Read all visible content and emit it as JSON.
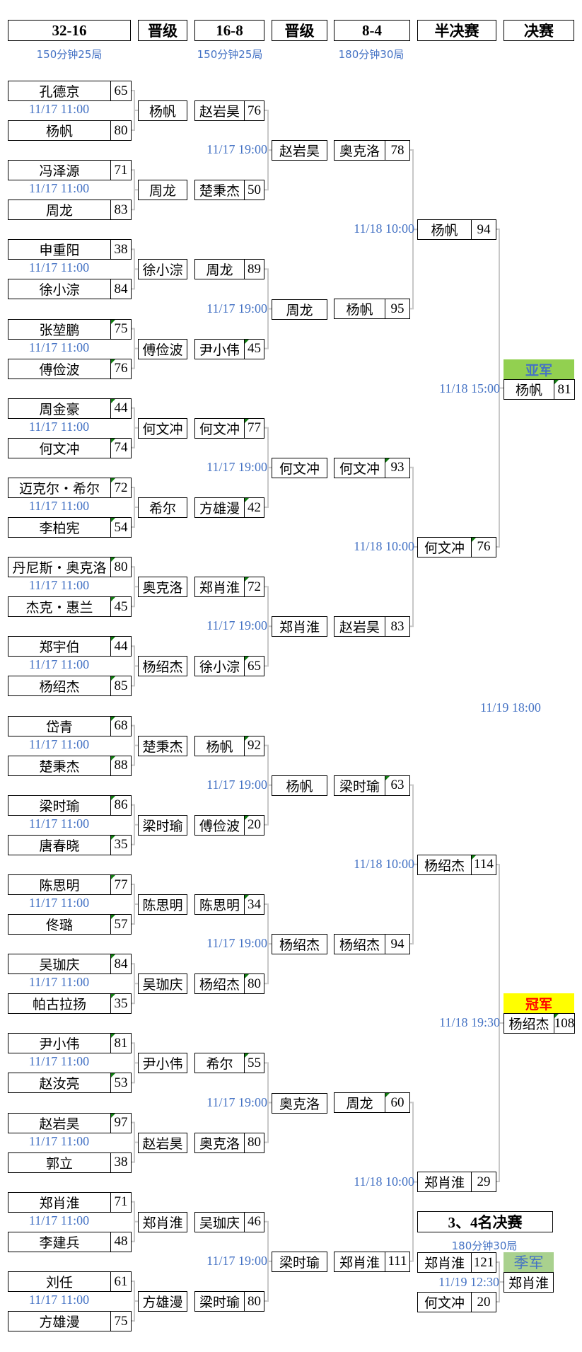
{
  "headers": {
    "r32": "32-16",
    "adv1": "晋级",
    "r16": "16-8",
    "adv2": "晋级",
    "r8": "8-4",
    "semi": "半决赛",
    "final": "决赛"
  },
  "subtitles": {
    "r32": "150分钟25局",
    "r16": "150分钟25局",
    "r8": "180分钟30局"
  },
  "round32": [
    {
      "p1": {
        "name": "孔德京",
        "score": "65"
      },
      "p2": {
        "name": "杨帆",
        "score": "80"
      },
      "time": "11/17  11:00",
      "winner": "杨帆"
    },
    {
      "p1": {
        "name": "冯泽源",
        "score": "71"
      },
      "p2": {
        "name": "周龙",
        "score": "83"
      },
      "time": "11/17  11:00",
      "winner": "周龙"
    },
    {
      "p1": {
        "name": "申重阳",
        "score": "38"
      },
      "p2": {
        "name": "徐小淙",
        "score": "84"
      },
      "time": "11/17  11:00",
      "winner": "徐小淙"
    },
    {
      "p1": {
        "name": "张堃鹏",
        "score": "75",
        "mark": true
      },
      "p2": {
        "name": "傅俭波",
        "score": "76",
        "mark": true
      },
      "time": "11/17  11:00",
      "winner": "傅俭波"
    },
    {
      "p1": {
        "name": "周金豪",
        "score": "44",
        "mark": true
      },
      "p2": {
        "name": "何文冲",
        "score": "74",
        "mark": true
      },
      "time": "11/17  11:00",
      "winner": "何文冲"
    },
    {
      "p1": {
        "name": "迈克尔・希尔",
        "score": "72",
        "mark": true
      },
      "p2": {
        "name": "李柏宪",
        "score": "54",
        "mark": true
      },
      "time": "11/17  11:00",
      "winner": "希尔"
    },
    {
      "p1": {
        "name": "丹尼斯・奥克洛",
        "score": "80",
        "mark": true
      },
      "p2": {
        "name": "杰克・惠兰",
        "score": "45",
        "mark": true
      },
      "time": "11/17  11:00",
      "winner": "奥克洛"
    },
    {
      "p1": {
        "name": "郑宇伯",
        "score": "44",
        "mark": true
      },
      "p2": {
        "name": "杨绍杰",
        "score": "85",
        "mark": true
      },
      "time": "11/17  11:00",
      "winner": "杨绍杰"
    },
    {
      "p1": {
        "name": "岱青",
        "score": "68",
        "mark": true
      },
      "p2": {
        "name": "楚秉杰",
        "score": "88",
        "mark": true
      },
      "time": "11/17  11:00",
      "winner": "楚秉杰"
    },
    {
      "p1": {
        "name": "梁时瑜",
        "score": "86",
        "mark": true
      },
      "p2": {
        "name": "唐春晓",
        "score": "35",
        "mark": true
      },
      "time": "11/17  11:00",
      "winner": "梁时瑜"
    },
    {
      "p1": {
        "name": "陈思明",
        "score": "77",
        "mark": true
      },
      "p2": {
        "name": "佟璐",
        "score": "57",
        "mark": true
      },
      "time": "11/17  11:00",
      "winner": "陈思明"
    },
    {
      "p1": {
        "name": "吴珈庆",
        "score": "84",
        "mark": true
      },
      "p2": {
        "name": "帕古拉扬",
        "score": "35",
        "mark": true
      },
      "time": "11/17  11:00",
      "winner": "吴珈庆"
    },
    {
      "p1": {
        "name": "尹小伟",
        "score": "81",
        "mark": true
      },
      "p2": {
        "name": "赵汝亮",
        "score": "53",
        "mark": true
      },
      "time": "11/17  11:00",
      "winner": "尹小伟"
    },
    {
      "p1": {
        "name": "赵岩昊",
        "score": "97",
        "mark": true
      },
      "p2": {
        "name": "郭立",
        "score": "38"
      },
      "time": "11/17  11:00",
      "winner": "赵岩昊"
    },
    {
      "p1": {
        "name": "郑肖淮",
        "score": "71"
      },
      "p2": {
        "name": "李建兵",
        "score": "48"
      },
      "time": "11/17  11:00",
      "winner": "郑肖淮"
    },
    {
      "p1": {
        "name": "刘任",
        "score": "61"
      },
      "p2": {
        "name": "方雄漫",
        "score": "75"
      },
      "time": "11/17  11:00",
      "winner": "方雄漫"
    }
  ],
  "round16": [
    {
      "name": "赵岩昊",
      "score": "76"
    },
    {
      "name": "楚秉杰",
      "score": "50"
    },
    {
      "name": "周龙",
      "score": "89"
    },
    {
      "name": "尹小伟",
      "score": "45",
      "mark": true
    },
    {
      "name": "何文冲",
      "score": "77",
      "mark": true
    },
    {
      "name": "方雄漫",
      "score": "42",
      "mark": true
    },
    {
      "name": "郑肖淮",
      "score": "72",
      "mark": true
    },
    {
      "name": "徐小淙",
      "score": "65",
      "mark": true
    },
    {
      "name": "杨帆",
      "score": "92",
      "mark": true
    },
    {
      "name": "傅俭波",
      "score": "20",
      "mark": true
    },
    {
      "name": "陈思明",
      "score": "34",
      "mark": true
    },
    {
      "name": "杨绍杰",
      "score": "80",
      "mark": true
    },
    {
      "name": "希尔",
      "score": "55",
      "mark": true
    },
    {
      "name": "奥克洛",
      "score": "80"
    },
    {
      "name": "吴珈庆",
      "score": "46"
    },
    {
      "name": "梁时瑜",
      "score": "80"
    }
  ],
  "round16_times": [
    "11/17  19:00",
    "11/17  19:00",
    "11/17  19:00",
    "11/17  19:00",
    "11/17  19:00",
    "11/17  19:00",
    "11/17  19:00",
    "11/17  19:00"
  ],
  "advance2": [
    "赵岩昊",
    "周龙",
    "何文冲",
    "郑肖淮",
    "杨帆",
    "杨绍杰",
    "奥克洛",
    "梁时瑜"
  ],
  "round8": [
    {
      "name": "奥克洛",
      "score": "78"
    },
    {
      "name": "杨帆",
      "score": "95"
    },
    {
      "name": "何文冲",
      "score": "93",
      "mark": true
    },
    {
      "name": "赵岩昊",
      "score": "83"
    },
    {
      "name": "梁时瑜",
      "score": "63",
      "mark": true
    },
    {
      "name": "杨绍杰",
      "score": "94"
    },
    {
      "name": "周龙",
      "score": "60",
      "mark": true
    },
    {
      "name": "郑肖淮",
      "score": "111"
    }
  ],
  "round8_times": [
    "11/18  10:00",
    "11/18  10:00",
    "11/18  10:00",
    "11/18  10:00"
  ],
  "semi": [
    {
      "name": "杨帆",
      "score": "94"
    },
    {
      "name": "何文冲",
      "score": "76",
      "mark": true
    },
    {
      "name": "杨绍杰",
      "score": "114",
      "mark": true
    },
    {
      "name": "郑肖淮",
      "score": "29"
    }
  ],
  "final": {
    "runner_up": {
      "label": "亚军",
      "name": "杨帆",
      "score": "81",
      "time": "11/18  15:00",
      "color": "#92d050"
    },
    "champion": {
      "label": "冠军",
      "name": "杨绍杰",
      "score": "108",
      "time": "11/18  19:30",
      "color": "#ffff00",
      "text_color": "#ff0000"
    },
    "final_time": "11/19  18:00"
  },
  "third_place": {
    "title": "3、4名决赛",
    "subtitle": "180分钟30局",
    "p1": {
      "name": "郑肖淮",
      "score": "121"
    },
    "p2": {
      "name": "何文冲",
      "score": "20"
    },
    "time": "11/19  12:30",
    "label": "季军",
    "winner": "郑肖淮",
    "color": "#a9d18e"
  },
  "colors": {
    "time": "#4472c4",
    "connector": "#c8c8c8"
  }
}
